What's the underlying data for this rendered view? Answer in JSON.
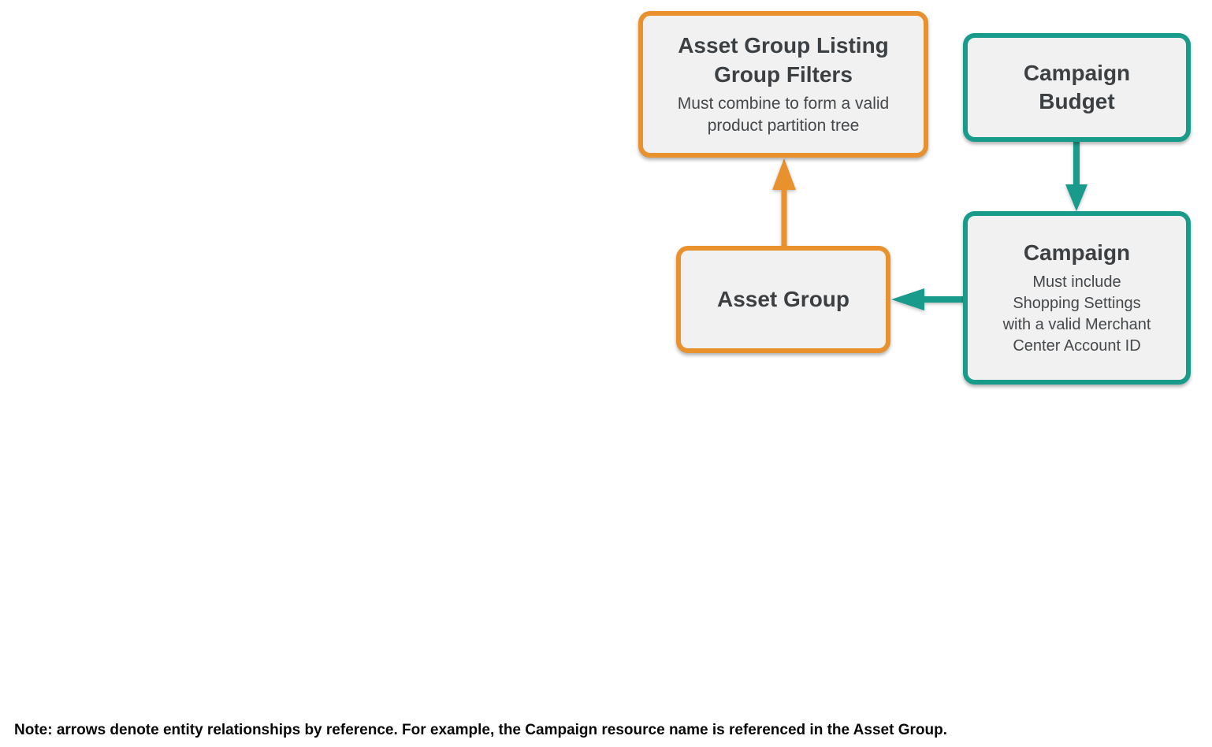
{
  "diagram": {
    "title_hint": "Performance Max retail entity relationships",
    "colors": {
      "orange": "#E8912D",
      "teal": "#199B8B",
      "node_fill": "#F1F1F1",
      "title_text": "#3C4043",
      "subtitle_text": "#45484B",
      "note_text": "#070707"
    },
    "nodes": [
      {
        "id": "asset-group-listing-group-filters",
        "title": "Asset Group Listing\nGroup Filters",
        "subtitle": "Must combine to form a valid\nproduct partition tree",
        "accent": "#E8912D"
      },
      {
        "id": "campaign-budget",
        "title": "Campaign\nBudget",
        "subtitle": "",
        "accent": "#199B8B"
      },
      {
        "id": "asset-group",
        "title": "Asset Group",
        "subtitle": "",
        "accent": "#E8912D"
      },
      {
        "id": "campaign",
        "title": "Campaign",
        "subtitle": "Must include\nShopping Settings\nwith a valid Merchant\nCenter Account ID",
        "accent": "#199B8B"
      }
    ],
    "edges": [
      {
        "from": "asset-group",
        "to": "asset-group-listing-group-filters",
        "color": "#E8912D",
        "direction": "up"
      },
      {
        "from": "campaign-budget",
        "to": "campaign",
        "color": "#199B8B",
        "direction": "down"
      },
      {
        "from": "campaign",
        "to": "asset-group",
        "color": "#199B8B",
        "direction": "left"
      }
    ]
  },
  "note": {
    "text": "Note: arrows denote entity relationships by reference. For example, the Campaign resource name is referenced in the Asset Group."
  }
}
